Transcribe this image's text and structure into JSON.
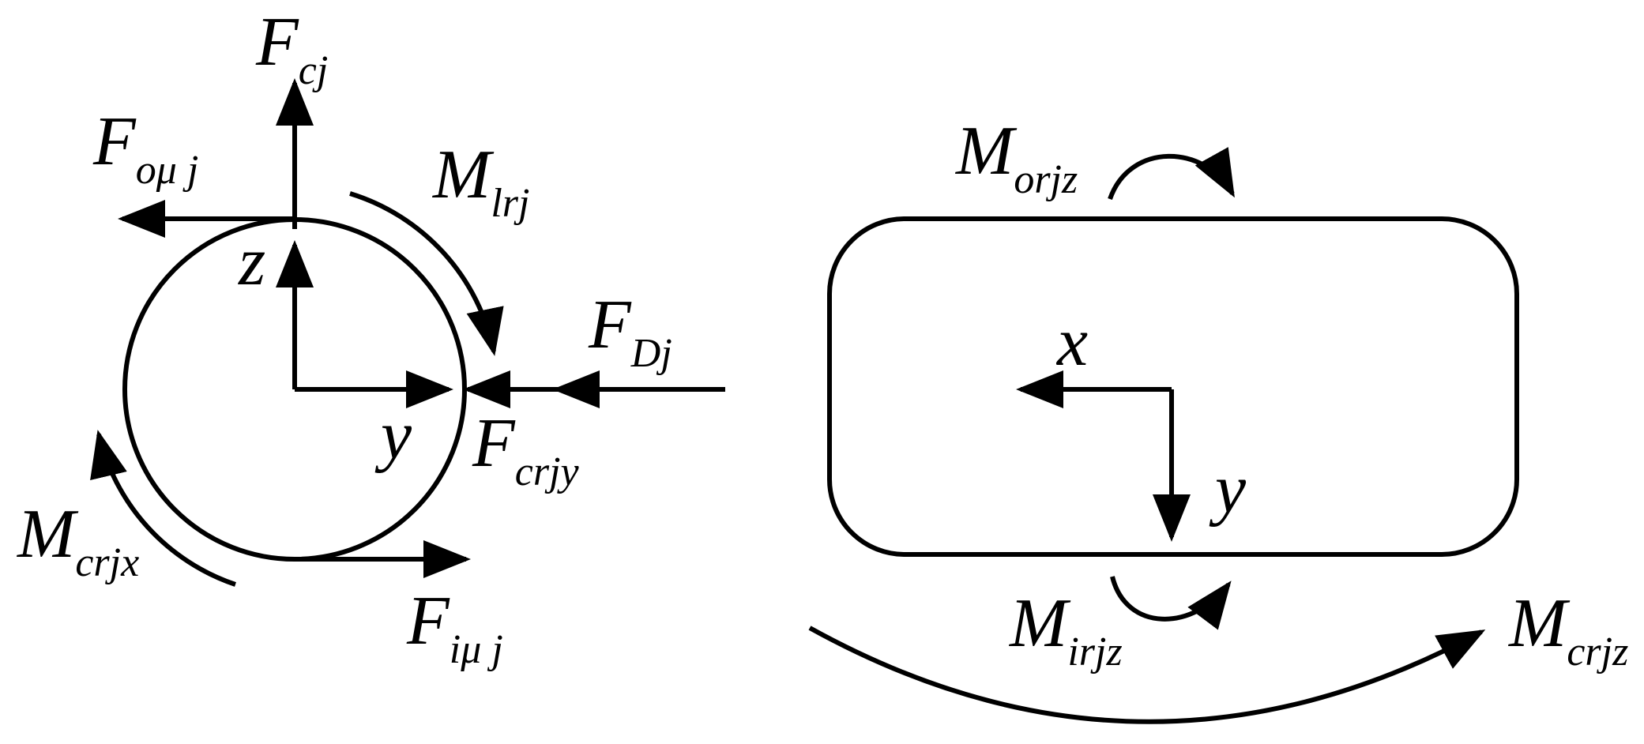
{
  "colors": {
    "ink": "#000000",
    "background": "#ffffff"
  },
  "left_view": {
    "axis_z": "z",
    "axis_y": "y",
    "F_cj": {
      "main": "F",
      "sub": "cj"
    },
    "F_omuj": {
      "main": "F",
      "sub": "oμ j"
    },
    "M_lrj": {
      "main": "M",
      "sub": "lrj"
    },
    "F_Dj": {
      "main": "F",
      "sub": "Dj"
    },
    "F_crjy": {
      "main": "F",
      "sub": "crjy"
    },
    "M_crjx": {
      "main": "M",
      "sub": "crjx"
    },
    "F_imuj": {
      "main": "F",
      "sub": "iμ j"
    }
  },
  "right_view": {
    "axis_x": "x",
    "axis_y": "y",
    "M_orjz": {
      "main": "M",
      "sub": "orjz"
    },
    "M_irjz": {
      "main": "M",
      "sub": "irjz"
    },
    "M_crjz": {
      "main": "M",
      "sub": "crjz"
    }
  }
}
